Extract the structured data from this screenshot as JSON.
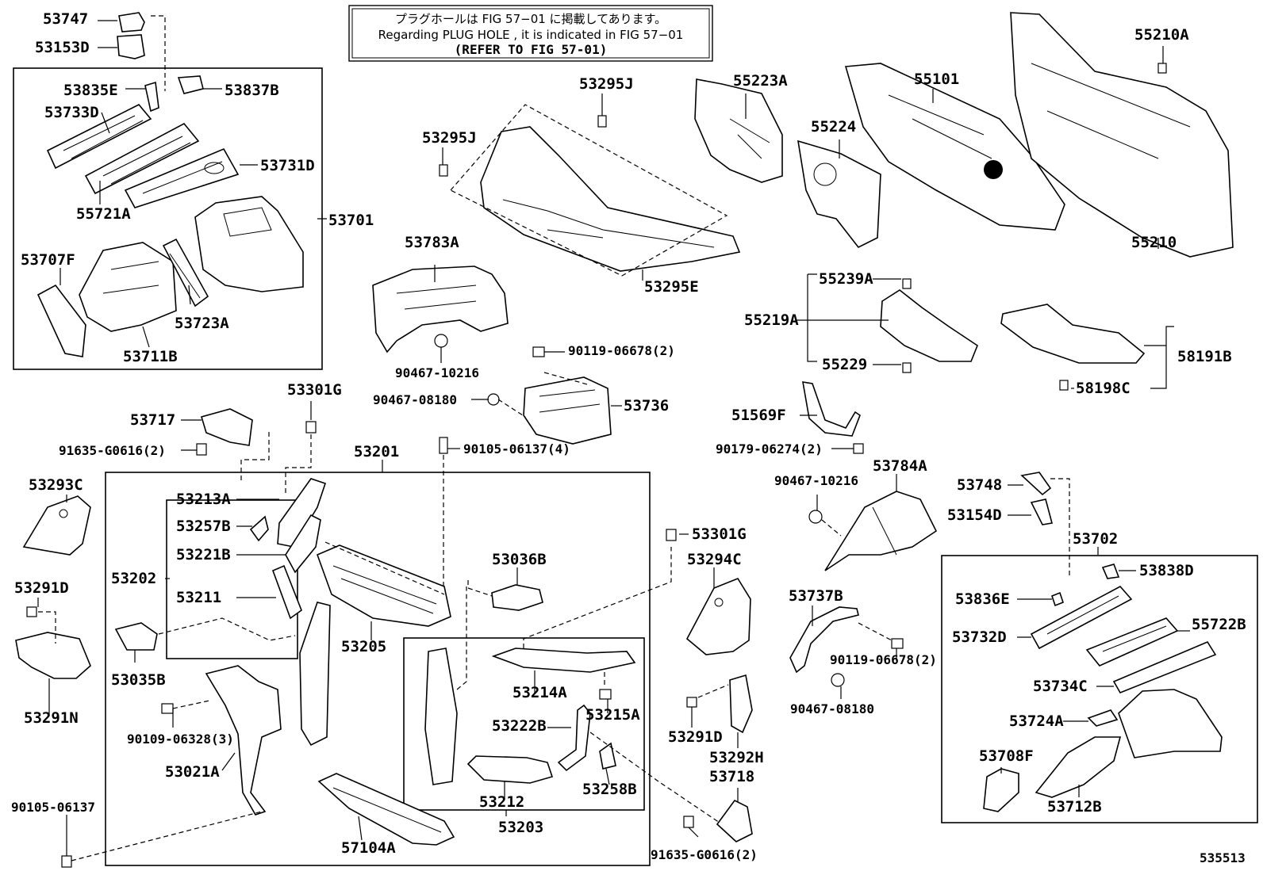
{
  "note": {
    "line_jp": "プラグホールは FIG 57−01 に掲載してあります。",
    "line_en": "Regarding  PLUG  HOLE , it is indicated in FIG  57−01",
    "line_ref": "(REFER TO FIG 57-01)"
  },
  "diagram_id": "535513",
  "labels": {
    "p53747": "53747",
    "p53153D": "53153D",
    "p53835E": "53835E",
    "p53837B": "53837B",
    "p53733D": "53733D",
    "p53731D": "53731D",
    "p55721A": "55721A",
    "p53701": "53701",
    "p53707F": "53707F",
    "p53723A": "53723A",
    "p53711B": "53711B",
    "p53295J_a": "53295J",
    "p53295J_b": "53295J",
    "p53295E": "53295E",
    "p55223A": "55223A",
    "p55224": "55224",
    "p55101": "55101",
    "p55210A": "55210A",
    "p55210": "55210",
    "p53783A": "53783A",
    "p90467_10216_a": "90467-10216",
    "p90119_06678_a": "90119-06678(2)",
    "p90467_08180_a": "90467-08180",
    "p53736": "53736",
    "p55239A": "55239A",
    "p55219A": "55219A",
    "p55229": "55229",
    "p58191B": "58191B",
    "p58198C": "58198C",
    "p53301G_a": "53301G",
    "p53717": "53717",
    "p91635_G0616_a": "91635-G0616(2)",
    "p53201": "53201",
    "p90105_06137_4": "90105-06137(4)",
    "p51569F": "51569F",
    "p90179_06274": "90179-06274(2)",
    "p53293C": "53293C",
    "p53213A": "53213A",
    "p53257B": "53257B",
    "p53221B": "53221B",
    "p53202": "53202",
    "p53211": "53211",
    "p53205": "53205",
    "p53035B": "53035B",
    "p53036B": "53036B",
    "p53301G_b": "53301G",
    "p53294C": "53294C",
    "p53784A": "53784A",
    "p90467_10216_b": "90467-10216",
    "p53748": "53748",
    "p53154D": "53154D",
    "p53702": "53702",
    "p53838D": "53838D",
    "p53836E": "53836E",
    "p53732D": "53732D",
    "p55722B": "55722B",
    "p53734C": "53734C",
    "p53724A": "53724A",
    "p53708F": "53708F",
    "p53712B": "53712B",
    "p53291D_a": "53291D",
    "p53291N": "53291N",
    "p90109_06328": "90109-06328(3)",
    "p53021A": "53021A",
    "p90105_06137": "90105-06137",
    "p53214A": "53214A",
    "p53215A": "53215A",
    "p53222B": "53222B",
    "p53212": "53212",
    "p53258B": "53258B",
    "p53203": "53203",
    "p57104A": "57104A",
    "p53737B": "53737B",
    "p90119_06678_b": "90119-06678(2)",
    "p90467_08180_b": "90467-08180",
    "p53291D_b": "53291D",
    "p53292H": "53292H",
    "p53718": "53718",
    "p91635_G0616_b": "91635-G0616(2)"
  }
}
